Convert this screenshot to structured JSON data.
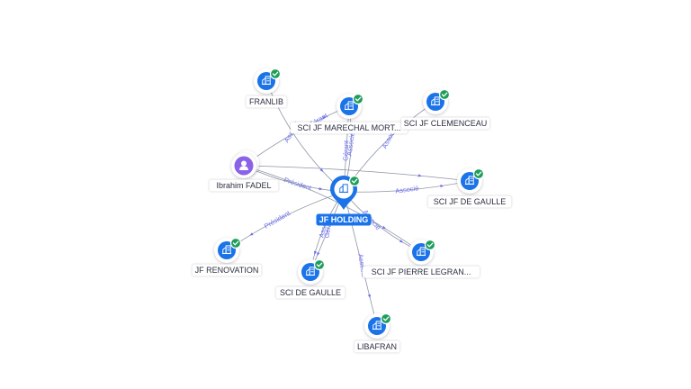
{
  "graph": {
    "center": {
      "id": "holding",
      "label": "JF HOLDING",
      "type": "company"
    },
    "nodes": [
      {
        "id": "franlib",
        "label": "FRANLIB",
        "type": "company",
        "verified": true
      },
      {
        "id": "marechal",
        "label": "SCI JF MARECHAL MORT...",
        "type": "company",
        "verified": true
      },
      {
        "id": "clemenceau",
        "label": "SCI JF CLEMENCEAU",
        "type": "company",
        "verified": true
      },
      {
        "id": "fadel",
        "label": "Ibrahim FADEL",
        "type": "person",
        "verified": false
      },
      {
        "id": "jfdegaulle",
        "label": "SCI JF DE GAULLE",
        "type": "company",
        "verified": true
      },
      {
        "id": "renovation",
        "label": "JF RENOVATION",
        "type": "company",
        "verified": true
      },
      {
        "id": "pierre",
        "label": "SCI JF PIERRE LEGRAN...",
        "type": "company",
        "verified": true
      },
      {
        "id": "scidegaulle",
        "label": "SCI DE GAULLE",
        "type": "company",
        "verified": true
      },
      {
        "id": "libafran",
        "label": "LIBAFRAN",
        "type": "company",
        "verified": true
      }
    ],
    "edges": [
      {
        "from": "franlib",
        "to": "holding",
        "label": "Associé"
      },
      {
        "from": "holding",
        "to": "marechal",
        "label": "Gérant"
      },
      {
        "from": "holding",
        "to": "marechal",
        "label": "Associé"
      },
      {
        "from": "holding",
        "to": "clemenceau",
        "label": "Associé"
      },
      {
        "from": "fadel",
        "to": "holding",
        "label": "Président"
      },
      {
        "from": "fadel",
        "to": "marechal",
        "label": "Gérant"
      },
      {
        "from": "fadel",
        "to": "jfdegaulle",
        "label": ""
      },
      {
        "from": "holding",
        "to": "jfdegaulle",
        "label": "Associé"
      },
      {
        "from": "holding",
        "to": "renovation",
        "label": "Président"
      },
      {
        "from": "holding",
        "to": "pierre",
        "label": "Associé"
      },
      {
        "from": "holding",
        "to": "scidegaulle",
        "label": "Gérant"
      },
      {
        "from": "holding",
        "to": "scidegaulle",
        "label": "Associé"
      },
      {
        "from": "holding",
        "to": "libafran",
        "label": "Associé"
      },
      {
        "from": "fadel",
        "to": "pierre",
        "label": ""
      }
    ]
  },
  "colors": {
    "company": "#1a73e8",
    "person": "#8a63e8",
    "verified": "#1e9e5a",
    "edge_label": "#6a6ff0",
    "edge": "#8d95a6"
  },
  "icons": {
    "company": "building-icon",
    "person": "person-icon",
    "verified": "check-badge-icon"
  }
}
